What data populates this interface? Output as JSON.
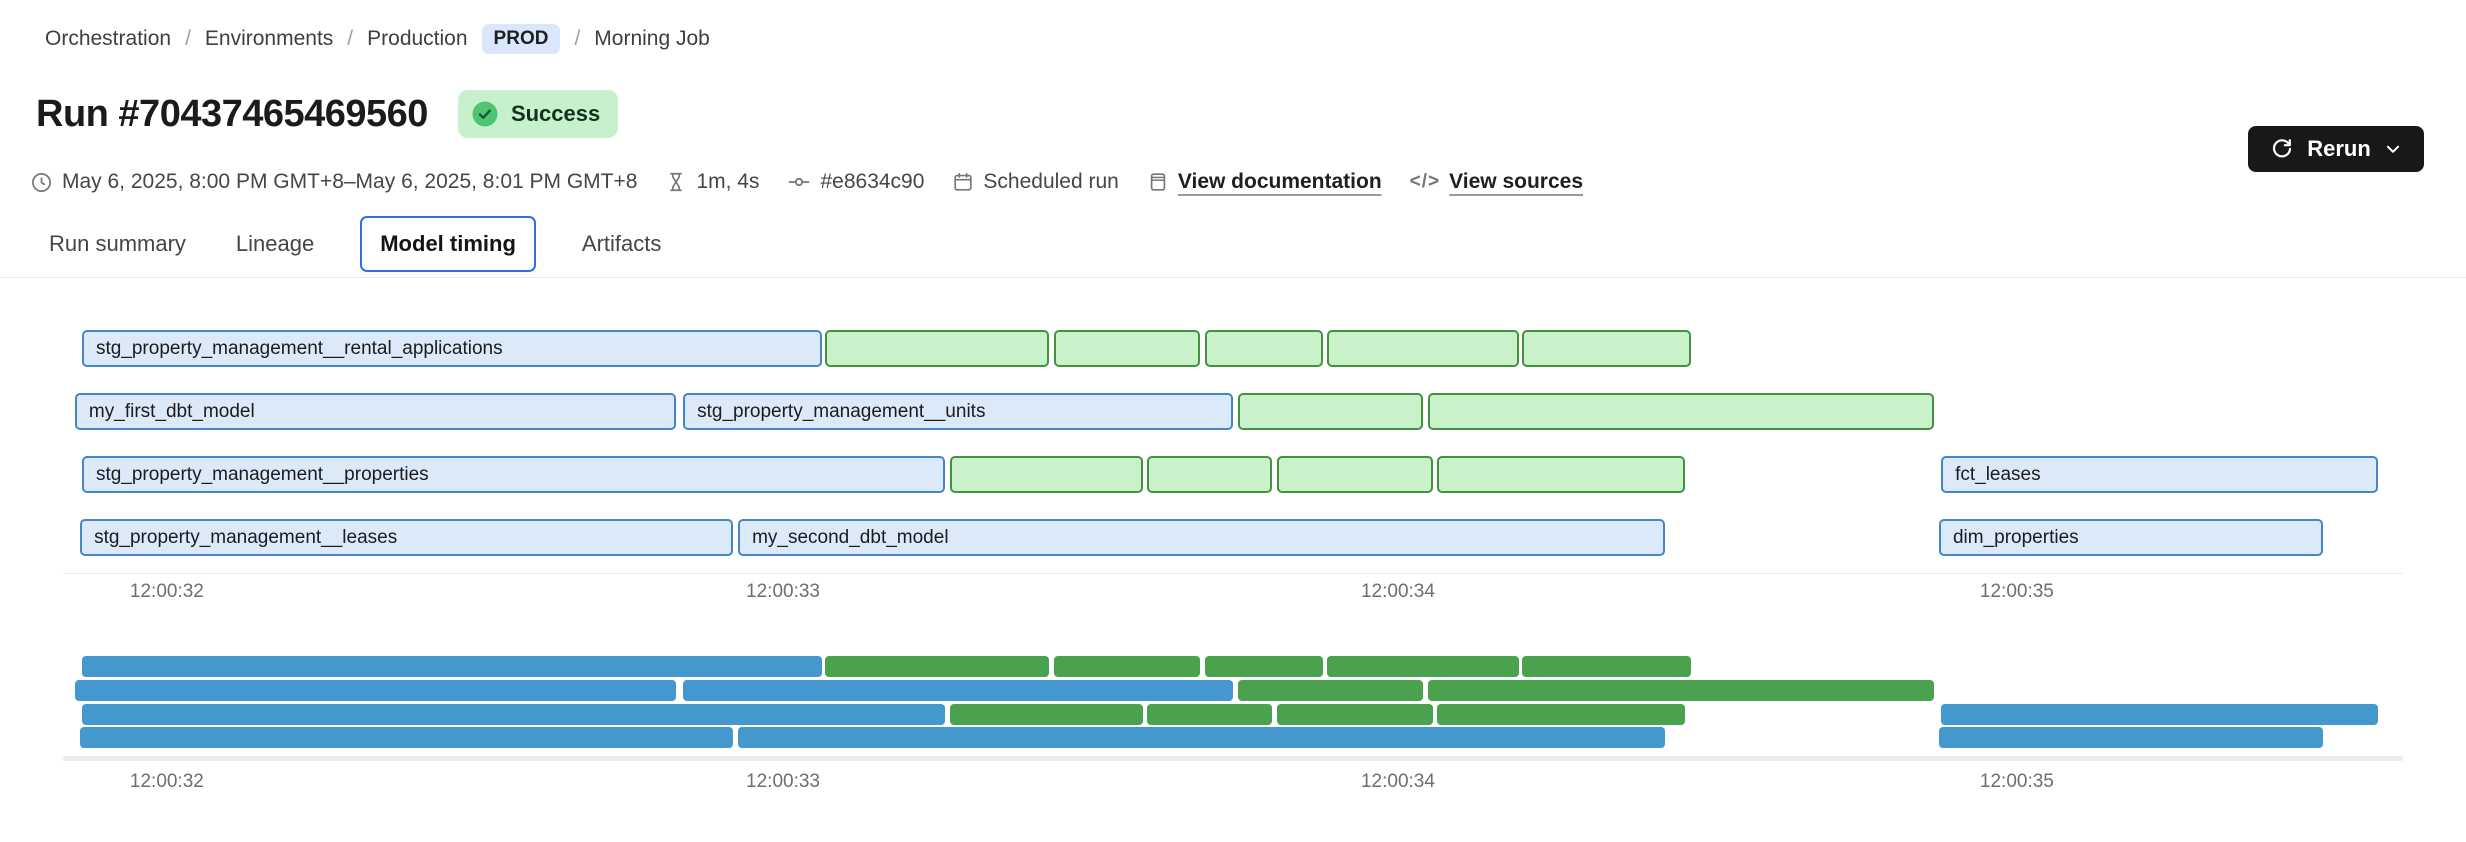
{
  "breadcrumb": {
    "separator": "/",
    "items": [
      "Orchestration",
      "Environments",
      "Production",
      "Morning Job"
    ],
    "env_badge": "PROD"
  },
  "header": {
    "title": "Run #70437465469560",
    "status": "Success"
  },
  "meta": {
    "time_range": "May 6, 2025, 8:00 PM GMT+8–May 6, 2025, 8:01 PM GMT+8",
    "duration": "1m, 4s",
    "commit": "#e8634c90",
    "trigger": "Scheduled run",
    "doc_link": "View documentation",
    "sources_link": "View sources",
    "code_glyph": "</>"
  },
  "actions": {
    "rerun_label": "Rerun"
  },
  "tabs": [
    {
      "label": "Run summary",
      "active": false
    },
    {
      "label": "Lineage",
      "active": false
    },
    {
      "label": "Model timing",
      "active": true
    },
    {
      "label": "Artifacts",
      "active": false
    }
  ],
  "colors": {
    "model_fill": "#dbe9f9",
    "model_border": "#4587c4",
    "test_fill": "#c9f1ca",
    "test_border": "#44923f",
    "mini_model": "#4598ce",
    "mini_test": "#4ba24e",
    "accent_tab": "#2e6de4",
    "badge_env_bg": "#d9e6fc",
    "status_bg": "#c6f1cc",
    "status_dot": "#4ec573",
    "button_bg": "#18181b"
  },
  "chart_data": {
    "type": "gantt",
    "title": "Model timing",
    "x_ticks": [
      "12:00:32",
      "12:00:33",
      "12:00:34",
      "12:00:35"
    ],
    "tick_pct": [
      4.44,
      30.77,
      57.05,
      83.5
    ],
    "legend": {
      "model_color_meaning": "model (blue)",
      "test_color_meaning": "test (green)"
    },
    "rows": [
      {
        "bars": [
          {
            "label": "stg_property_management__rental_applications",
            "kind": "model",
            "left": 0.81,
            "width": 31.62,
            "start_s": 31.86,
            "end_s": 33.06
          },
          {
            "label": "",
            "kind": "test",
            "left": 32.56,
            "width": 9.57,
            "start_s": 33.07,
            "end_s": 33.43
          },
          {
            "label": "",
            "kind": "test",
            "left": 42.35,
            "width": 6.24,
            "start_s": 33.44,
            "end_s": 33.68
          },
          {
            "label": "",
            "kind": "test",
            "left": 48.8,
            "width": 5.04,
            "start_s": 33.68,
            "end_s": 33.87
          },
          {
            "label": "",
            "kind": "test",
            "left": 54.02,
            "width": 8.21,
            "start_s": 33.88,
            "end_s": 34.19
          },
          {
            "label": "",
            "kind": "test",
            "left": 62.35,
            "width": 7.22,
            "start_s": 34.2,
            "end_s": 34.47
          }
        ]
      },
      {
        "bars": [
          {
            "label": "my_first_dbt_model",
            "kind": "model",
            "left": 0.51,
            "width": 25.68,
            "start_s": 31.85,
            "end_s": 32.83
          },
          {
            "label": "stg_property_management__units",
            "kind": "model",
            "left": 26.5,
            "width": 23.5,
            "start_s": 32.84,
            "end_s": 33.73
          },
          {
            "label": "",
            "kind": "test",
            "left": 50.21,
            "width": 7.91,
            "start_s": 33.74,
            "end_s": 34.04
          },
          {
            "label": "",
            "kind": "test",
            "left": 58.33,
            "width": 21.62,
            "start_s": 34.04,
            "end_s": 34.87
          }
        ]
      },
      {
        "bars": [
          {
            "label": "stg_property_management__properties",
            "kind": "model",
            "left": 0.81,
            "width": 36.88,
            "start_s": 31.86,
            "end_s": 33.26
          },
          {
            "label": "",
            "kind": "test",
            "left": 37.91,
            "width": 8.25,
            "start_s": 33.27,
            "end_s": 33.58
          },
          {
            "label": "",
            "kind": "test",
            "left": 46.32,
            "width": 5.34,
            "start_s": 33.59,
            "end_s": 33.79
          },
          {
            "label": "",
            "kind": "test",
            "left": 51.88,
            "width": 6.67,
            "start_s": 33.8,
            "end_s": 34.05
          },
          {
            "label": "",
            "kind": "test",
            "left": 58.72,
            "width": 10.6,
            "start_s": 34.06,
            "end_s": 34.46
          },
          {
            "label": "fct_leases",
            "kind": "model",
            "left": 80.26,
            "width": 18.68,
            "start_s": 34.88,
            "end_s": 35.59
          }
        ]
      },
      {
        "bars": [
          {
            "label": "stg_property_management__leases",
            "kind": "model",
            "left": 0.73,
            "width": 27.91,
            "start_s": 31.86,
            "end_s": 32.92
          },
          {
            "label": "my_second_dbt_model",
            "kind": "model",
            "left": 28.85,
            "width": 39.62,
            "start_s": 32.93,
            "end_s": 34.43
          },
          {
            "label": "dim_properties",
            "kind": "model",
            "left": 80.17,
            "width": 16.41,
            "start_s": 34.87,
            "end_s": 35.5
          }
        ]
      }
    ]
  }
}
